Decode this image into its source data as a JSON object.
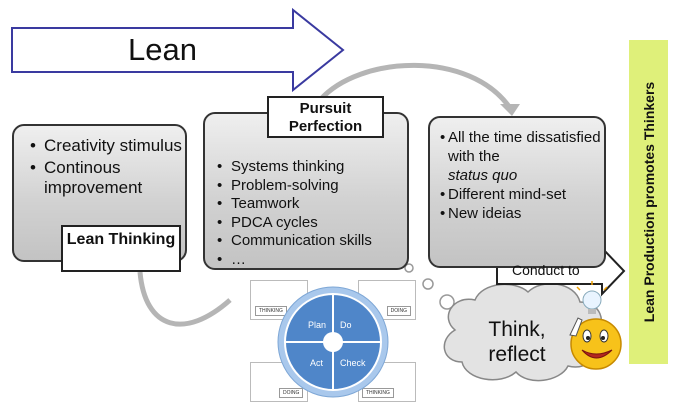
{
  "banner": {
    "title": "Lean"
  },
  "box1": {
    "items": [
      "Creativity stimulus",
      "Continous improvement"
    ],
    "label": "Lean Thinking"
  },
  "box2": {
    "label": "Pursuit Perfection",
    "items": [
      "Systems thinking",
      "Problem-solving",
      "Teamwork",
      "PDCA cycles",
      "Communication skills",
      "…"
    ]
  },
  "box3": {
    "items_before_italic": "All the time dissatisfied with the",
    "italic": "status quo",
    "items": [
      "Different mind-set",
      "New ideias"
    ],
    "arrow_label": "Conduct to"
  },
  "cloud": {
    "text": "Think, reflect"
  },
  "side_label": "Lean Production promotes Thinkers",
  "pdca": {
    "segments": [
      "Plan",
      "Do",
      "Check",
      "Act"
    ],
    "card_tags": [
      "THINKING",
      "DOING",
      "DOING",
      "THINKING"
    ]
  },
  "colors": {
    "box_border": "#333333",
    "side_label_bg": "#dff07a",
    "cycle_blue": "#4f86c9",
    "cycle_light": "#a9c8ec"
  }
}
